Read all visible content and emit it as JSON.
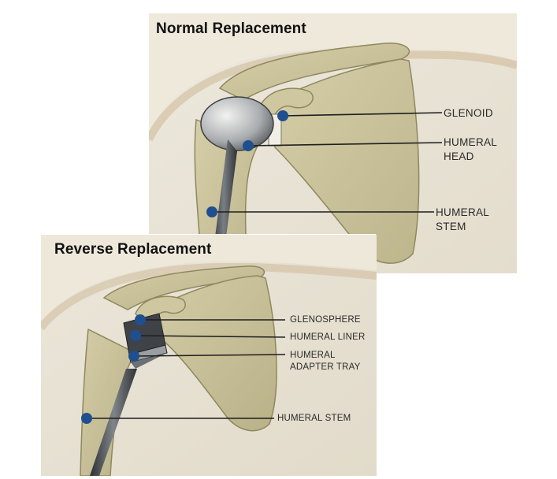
{
  "diagram": {
    "normal": {
      "title": "Normal Replacement",
      "labels": {
        "glenoid": "GLENOID",
        "humeral_head_line1": "HUMERAL",
        "humeral_head_line2": "HEAD",
        "humeral_stem_line1": "HUMERAL",
        "humeral_stem_line2": "STEM"
      }
    },
    "reverse": {
      "title": "Reverse Replacement",
      "labels": {
        "glenosphere": "GLENOSPHERE",
        "humeral_liner": "HUMERAL LINER",
        "adapter_tray_line1": "HUMERAL",
        "adapter_tray_line2": "ADAPTER TRAY",
        "humeral_stem": "HUMERAL STEM"
      }
    }
  },
  "colors": {
    "background": "#e9e4d8",
    "bone": "#c9c19a",
    "bone_shadow": "#8f885f",
    "skin": "#d8c3a0",
    "implant": "#3f4347",
    "marker": "#1f4f8f",
    "leader_line": "#1e1e1e"
  }
}
